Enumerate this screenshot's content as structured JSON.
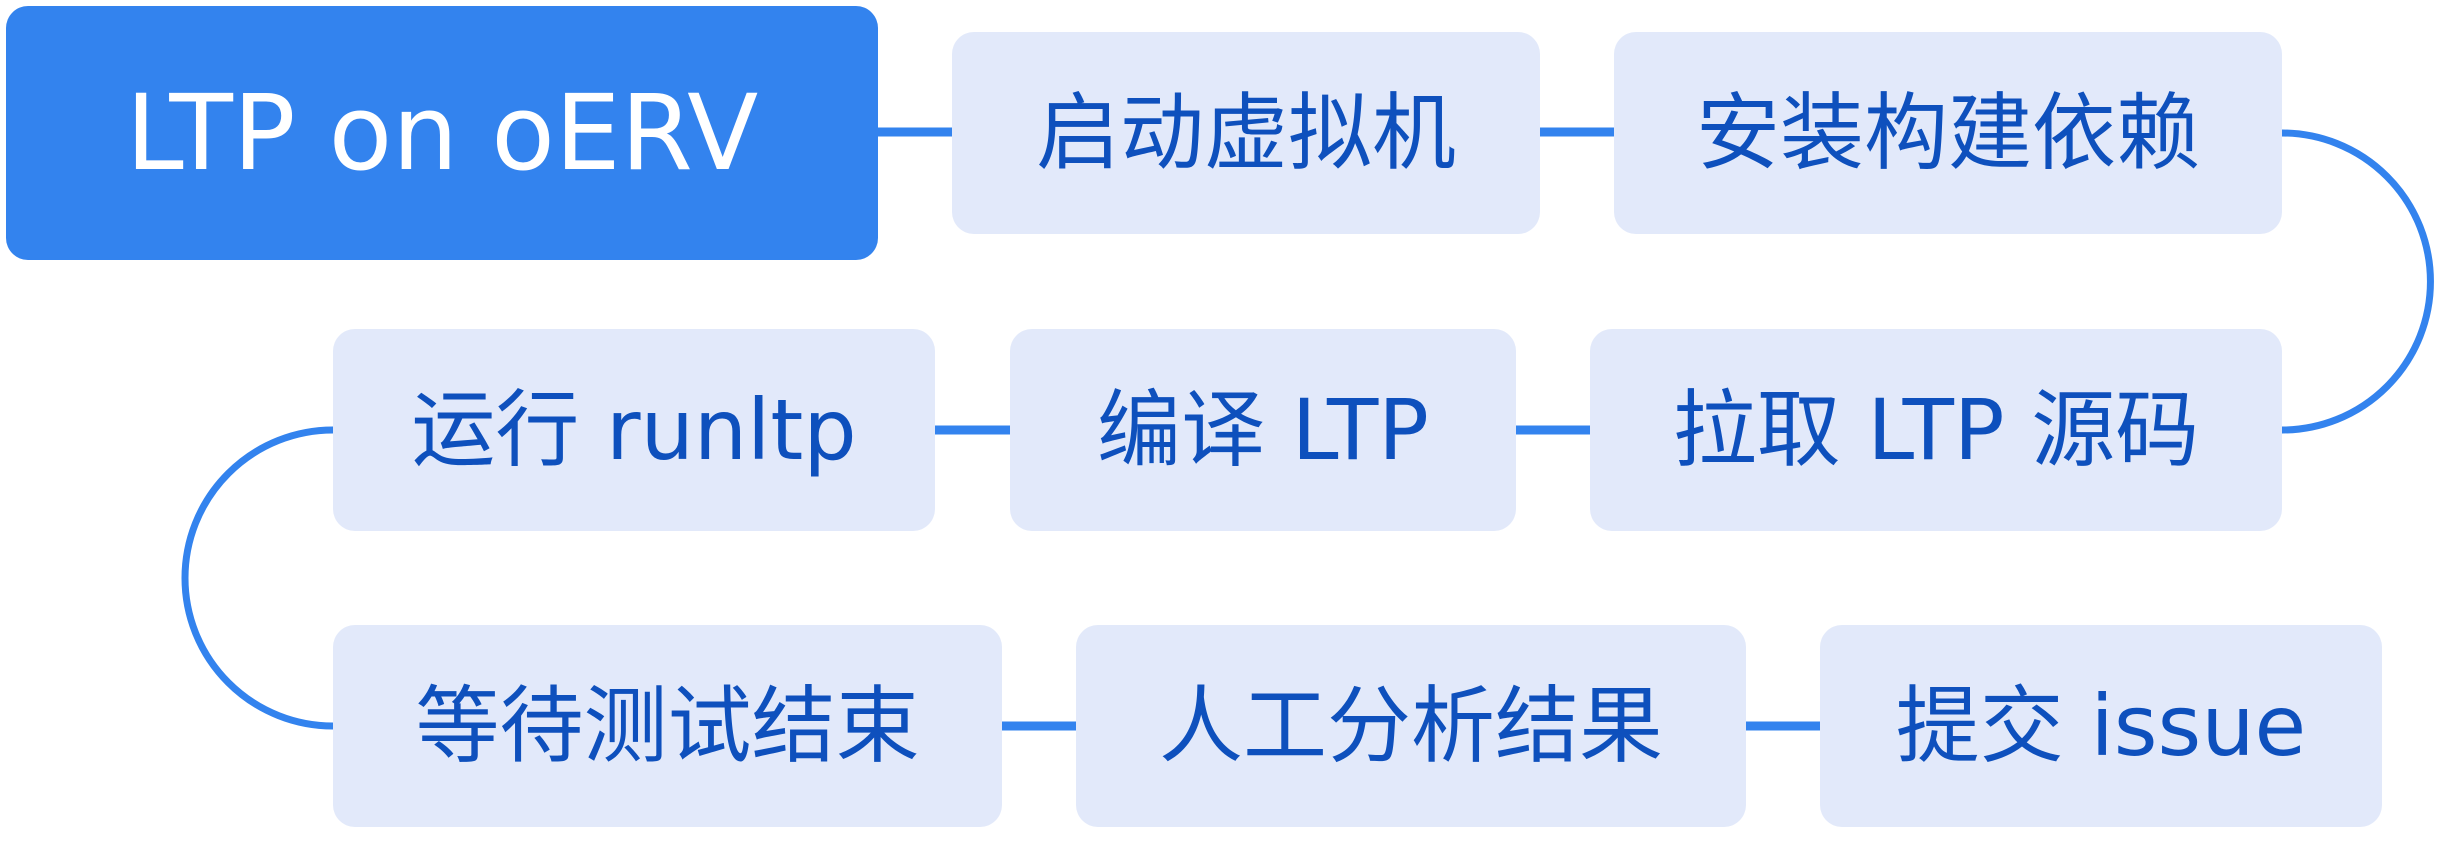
{
  "diagram": {
    "nodes": [
      {
        "id": "start",
        "label": "LTP on oERV"
      },
      {
        "id": "boot-vm",
        "label": "启动虚拟机"
      },
      {
        "id": "install-deps",
        "label": "安装构建依赖"
      },
      {
        "id": "fetch-source",
        "label": "拉取 LTP 源码"
      },
      {
        "id": "compile",
        "label": "编译 LTP"
      },
      {
        "id": "run",
        "label": "运行 runltp"
      },
      {
        "id": "wait",
        "label": "等待测试结束"
      },
      {
        "id": "analyze",
        "label": "人工分析结果"
      },
      {
        "id": "submit",
        "label": "提交 issue"
      }
    ]
  },
  "colors": {
    "start_fill": "#3383ee",
    "start_text": "#ffffff",
    "step_fill": "#e2e9fa",
    "step_text": "#0e50bd",
    "connector": "#3383ee"
  }
}
